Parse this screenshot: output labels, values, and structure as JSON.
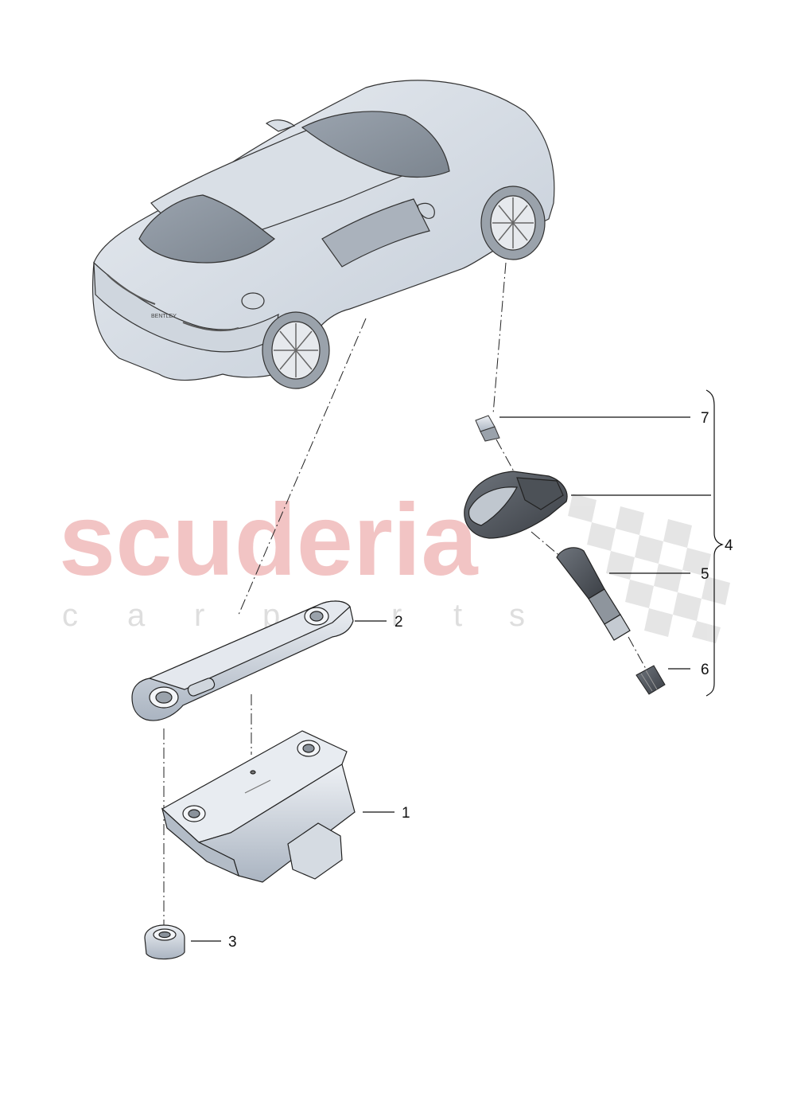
{
  "watermark": {
    "brand": "scuderia",
    "tagline_letters": [
      "c",
      "a",
      "r",
      "p",
      "a",
      "r",
      "t",
      "s"
    ]
  },
  "callouts": {
    "c1": "1",
    "c2": "2",
    "c3": "3",
    "c4": "4",
    "c5": "5",
    "c6": "6",
    "c7": "7"
  },
  "car": {
    "badge_text": "BENTLEY"
  },
  "colors": {
    "watermark_red": "#f2c4c4",
    "watermark_grey": "#dedede",
    "part_fill": "#c9d2dd",
    "line": "#111111"
  }
}
